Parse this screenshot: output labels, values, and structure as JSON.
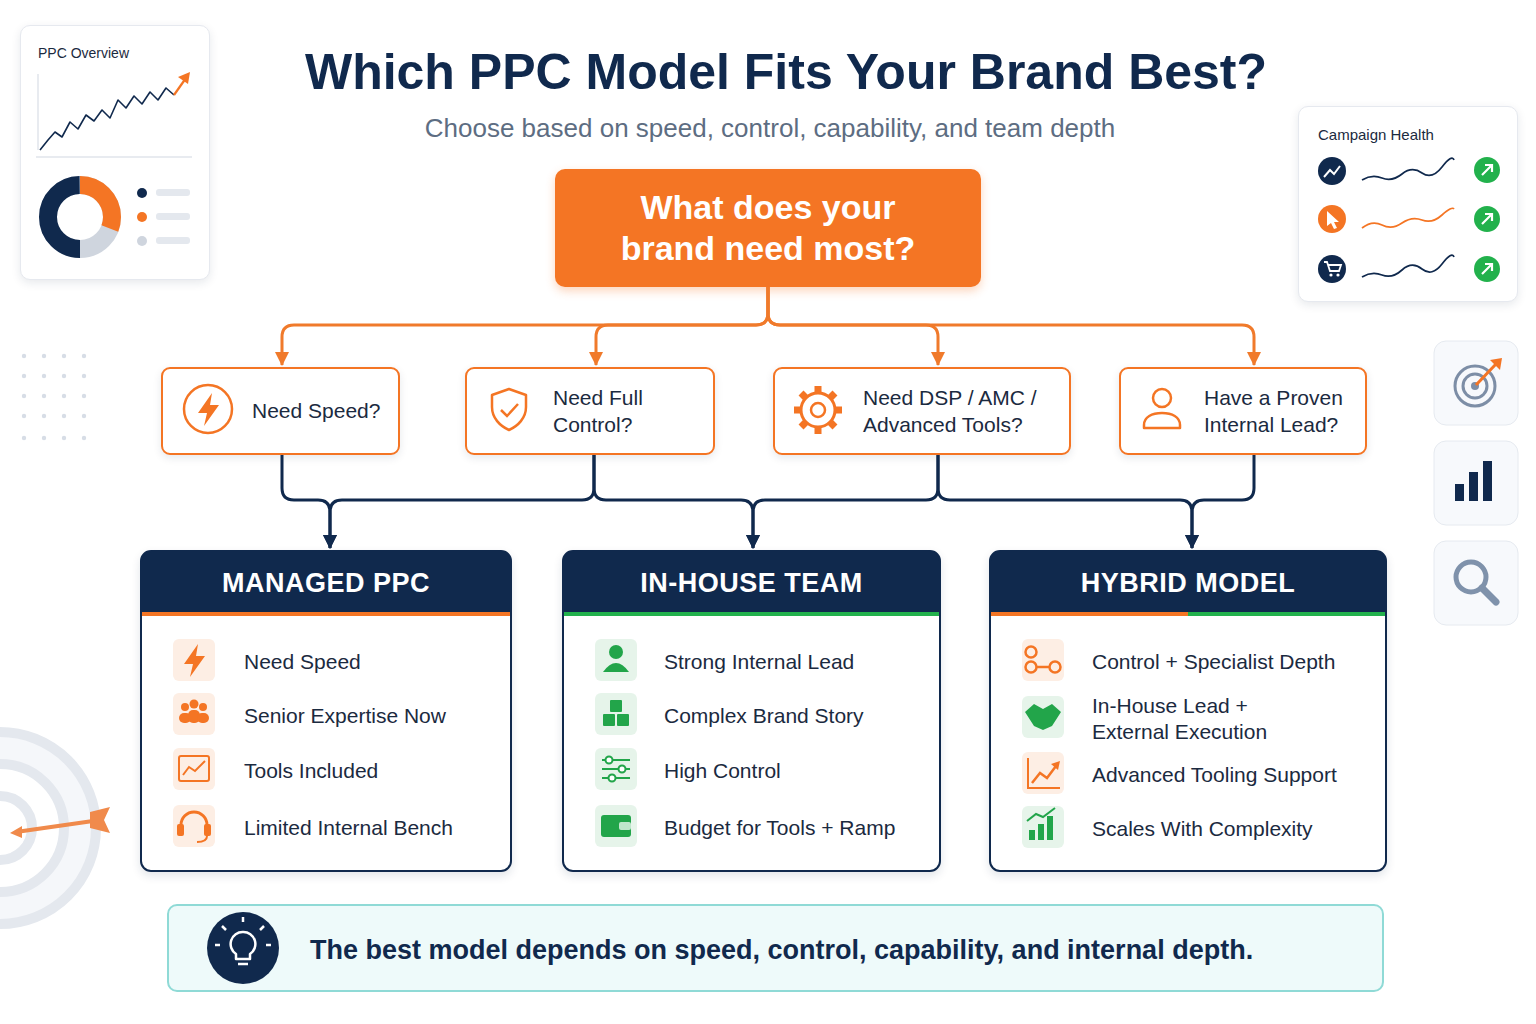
{
  "diagram": {
    "title": "Which PPC Model Fits Your Brand Best?",
    "nodes": [
      {
        "text": [
          "PPC Overview"
        ]
      },
      {
        "text": [
          "Campaign Health"
        ]
      },
      {
        "text": [
          "What does your brand need most?"
        ]
      },
      {
        "text": [
          "Need Speed?"
        ]
      },
      {
        "text": [
          "Need Full Control?"
        ]
      },
      {
        "text": [
          "Need DSP / AMC / Advanced Tools?"
        ]
      },
      {
        "text": [
          "Have a Proven Internal Lead?"
        ]
      },
      {
        "text": [
          "MANAGED PPC",
          "Need Speed",
          "Senior Expertise Now",
          "Tools Included",
          "Limited Internal Bench"
        ]
      },
      {
        "text": [
          "IN-HOUSE TEAM",
          "Strong Internal Lead",
          "Complex Brand Story",
          "High Control",
          "Budget for Tools + Ramp"
        ]
      },
      {
        "text": [
          "HYBRID MODEL",
          "Control + Specialist Depth",
          "In-House Lead + External Execution",
          "Advanced Tooling Support",
          "Scales With Complexity"
        ]
      },
      {
        "text": [
          "The best model depends on speed, control, capability, and internal depth."
        ]
      }
    ],
    "edges": [
      {
        "from": 2,
        "to": 3,
        "arrow": "to"
      },
      {
        "from": 2,
        "to": 4,
        "arrow": "to"
      },
      {
        "from": 2,
        "to": 5,
        "arrow": "to"
      },
      {
        "from": 2,
        "to": 6,
        "arrow": "to"
      },
      {
        "from": 3,
        "to": 7,
        "arrow": "to"
      },
      {
        "from": 4,
        "to": 7,
        "arrow": "to"
      },
      {
        "from": 4,
        "to": 8,
        "arrow": "to"
      },
      {
        "from": 5,
        "to": 8,
        "arrow": "to"
      },
      {
        "from": 5,
        "to": 9,
        "arrow": "to"
      },
      {
        "from": 6,
        "to": 9,
        "arrow": "to"
      }
    ],
    "labels": [
      "Choose based on speed, control, capability, and team depth"
    ]
  }
}
